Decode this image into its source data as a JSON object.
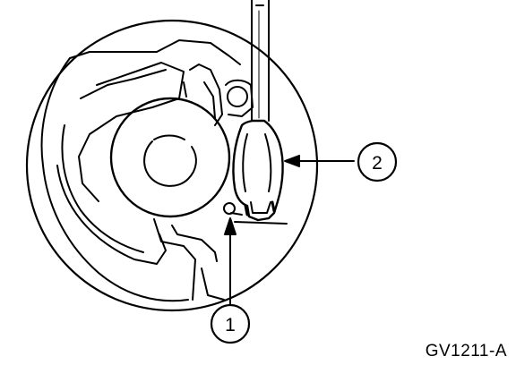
{
  "figure": {
    "id_label": "GV1211-A"
  },
  "callouts": [
    {
      "number": "1"
    },
    {
      "number": "2"
    }
  ]
}
